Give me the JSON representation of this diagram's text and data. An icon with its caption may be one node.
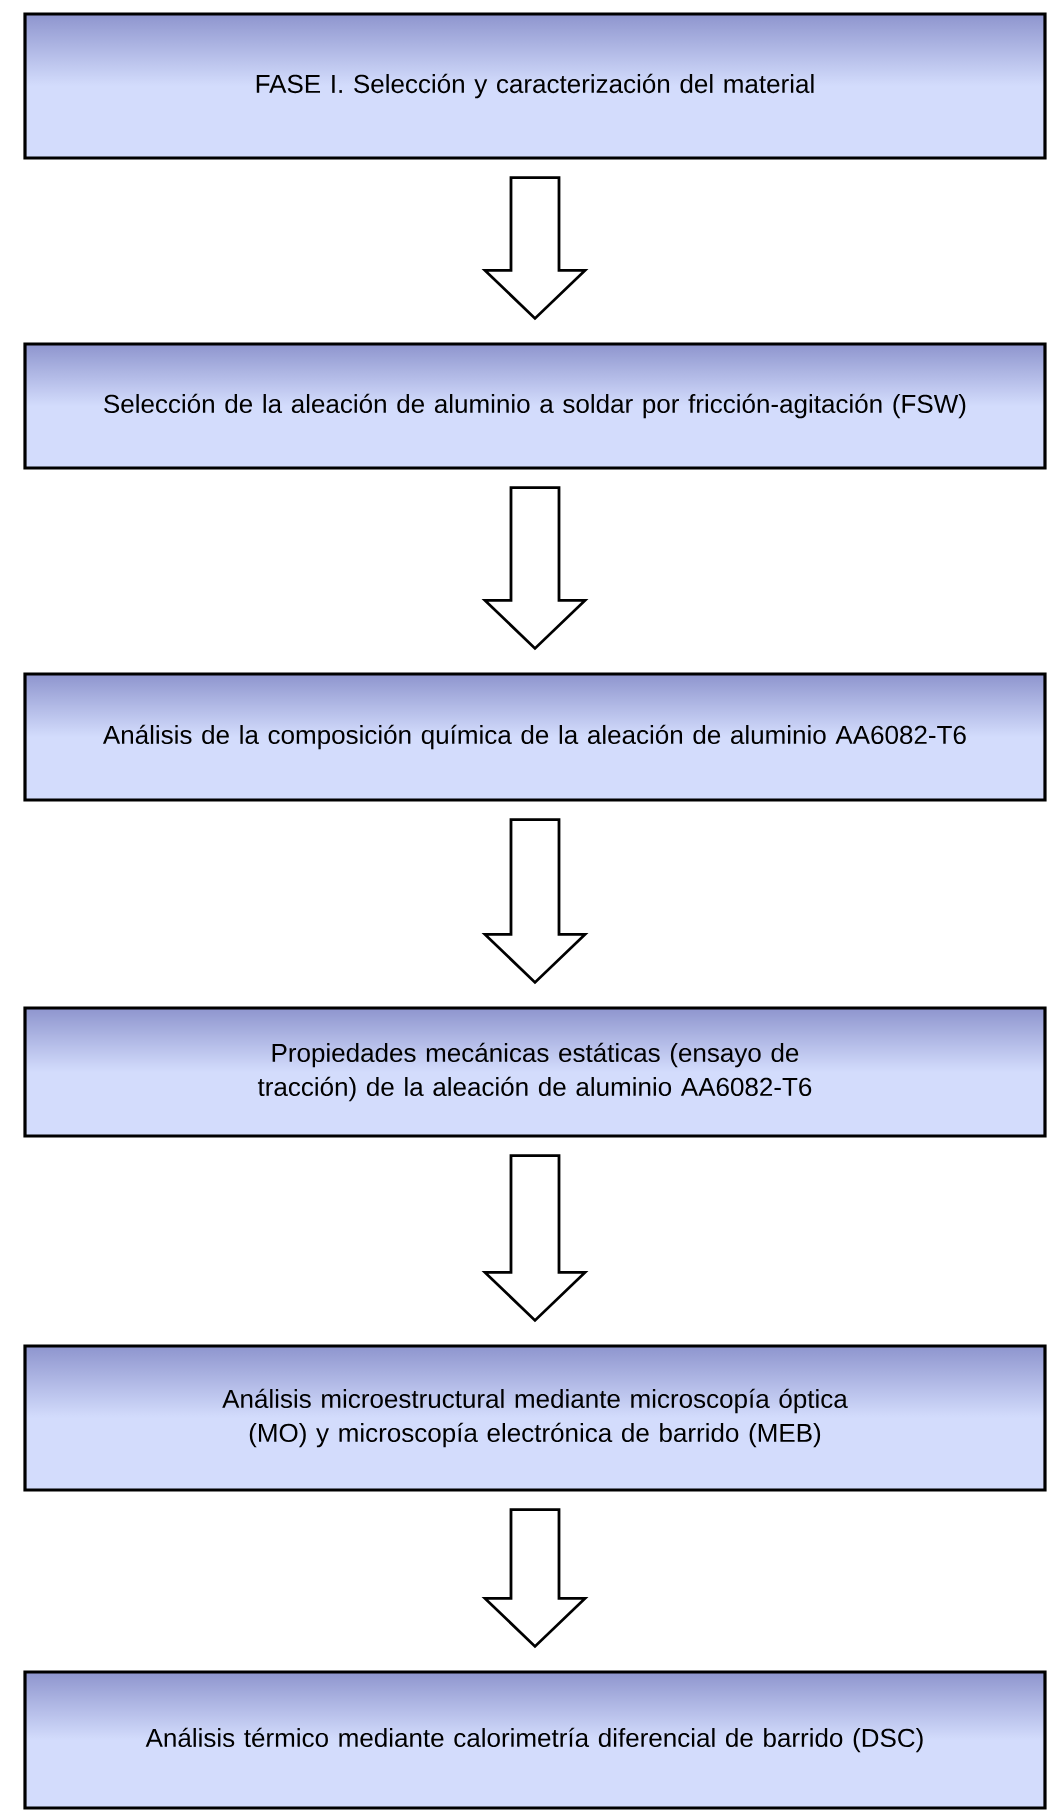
{
  "diagram": {
    "nodes": [
      {
        "text": [
          "FASE I. Selección y caracterización del material"
        ]
      },
      {
        "text": [
          "Selección de la aleación de aluminio a soldar por fricción-agitación (FSW)"
        ]
      },
      {
        "text": [
          "Análisis de la composición química de la aleación de aluminio AA6082-T6"
        ]
      },
      {
        "text": [
          "Propiedades mecánicas estáticas (ensayo de tracción) de la aleación de aluminio AA6082-T6"
        ]
      },
      {
        "text": [
          "Análisis microestructural mediante microscopía óptica (MO) y microscopía electrónica de barrido (MEB)"
        ]
      },
      {
        "text": [
          "Análisis térmico mediante calorimetría diferencial de barrido (DSC)"
        ]
      }
    ],
    "edges": [
      {
        "from": 0,
        "to": 1,
        "arrow": "to"
      },
      {
        "from": 1,
        "to": 2,
        "arrow": "to"
      },
      {
        "from": 2,
        "to": 3,
        "arrow": "to"
      },
      {
        "from": 3,
        "to": 4,
        "arrow": "to"
      },
      {
        "from": 4,
        "to": 5,
        "arrow": "to"
      }
    ]
  }
}
